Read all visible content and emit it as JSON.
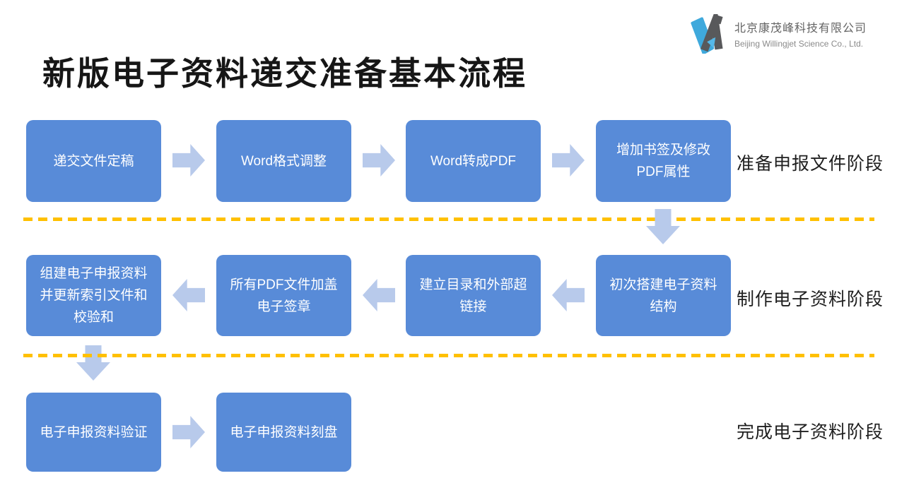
{
  "title": "新版电子资料递交准备基本流程",
  "logo": {
    "icon": "willingjet-w-logo",
    "company_cn": "北京康茂峰科技有限公司",
    "company_en": "Beijing Willingjet Science Co., Ltd."
  },
  "colors": {
    "box_blue": "#588BD8",
    "arrow_light_blue": "#B8CAEB",
    "separator_gold": "#FFC000",
    "logo_blue": "#3FA9DC",
    "logo_gray": "#58595B",
    "title_black": "#161616"
  },
  "stages": [
    "准备申报文件阶段",
    "制作电子资料阶段",
    "完成电子资料阶段"
  ],
  "flow": {
    "row1_direction": "left-to-right",
    "row1": [
      "递交文件定稿",
      "Word格式调整",
      "Word转成PDF",
      "增加书签及修改PDF属性"
    ],
    "row2_direction": "right-to-left",
    "row2": [
      "组建电子申报资料并更新索引文件和校验和",
      "所有PDF文件加盖电子签章",
      "建立目录和外部超链接",
      "初次搭建电子资料结构"
    ],
    "row3_direction": "left-to-right",
    "row3": [
      "电子申报资料验证",
      "电子申报资料刻盘"
    ]
  }
}
